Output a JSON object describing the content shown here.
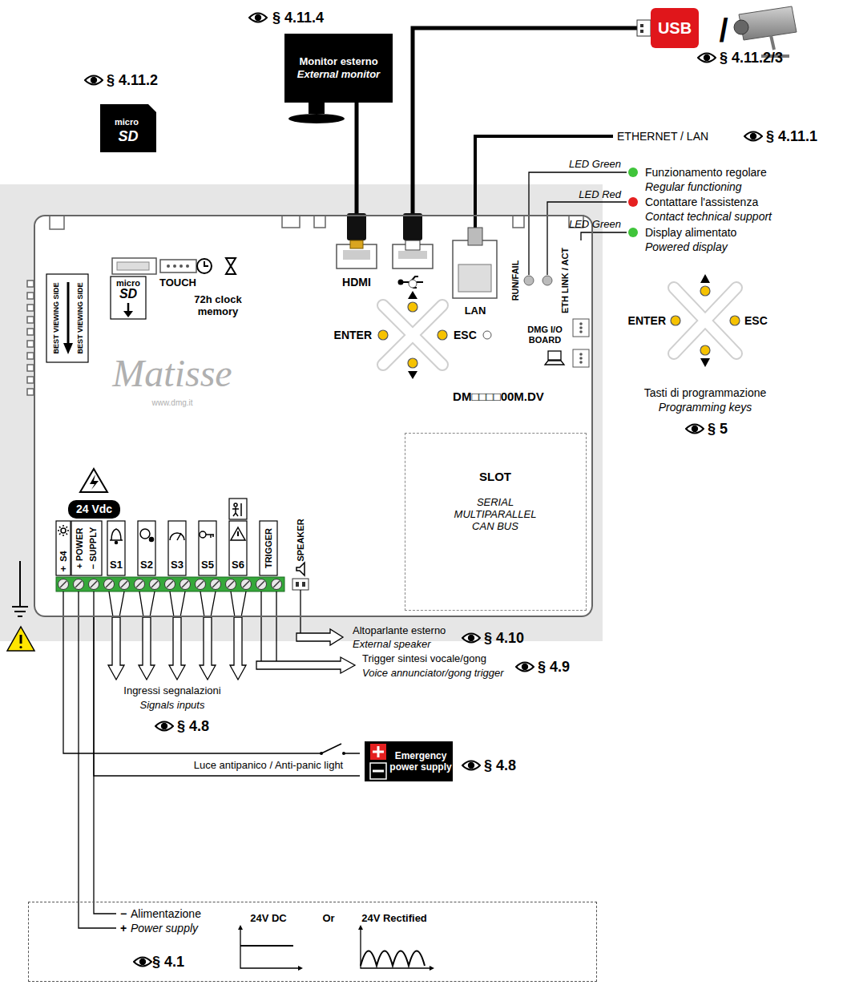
{
  "diagram": {
    "nodes": [
      {
        "text": [
          "DM□□□□00M.DV"
        ]
      },
      {
        "text": [
          "Monitor esterno",
          "External monitor"
        ]
      },
      {
        "text": [
          "USB"
        ]
      },
      {
        "text": [
          "SLOT",
          "SERIAL MULTIPARALLEL CAN BUS"
        ],
        "in": 0
      },
      {
        "text": [
          "24 Vdc"
        ],
        "in": 0
      },
      {
        "text": [
          "Emergency power supply"
        ]
      },
      {
        "text": [
          "−",
          "Alimentazione",
          "+",
          "Power supply",
          "§ 4.1",
          "24V DC",
          "Or",
          "24V Rectified"
        ]
      }
    ],
    "edges": [
      {
        "from": 1,
        "to": 0,
        "arrow": "none"
      },
      {
        "from": 2,
        "to": 0,
        "arrow": "none"
      },
      {
        "from": 0,
        "to": 5,
        "arrow": "none"
      },
      {
        "from": 0,
        "to": 5,
        "arrow": "none"
      },
      {
        "from": 0,
        "to": 6,
        "arrow": "none"
      },
      {
        "from": 0,
        "to": 6,
        "arrow": "none"
      }
    ],
    "labels": [
      "§ 4.11.4",
      "/",
      "§ 4.11.2/3",
      "§ 4.11.2",
      "micro",
      "SD",
      "ETHERNET / LAN",
      "§ 4.11.1",
      "LED Green",
      "Funzionamento regolare",
      "Regular functioning",
      "LED Red",
      "Contattare l'assistenza",
      "Contact technical support",
      "LED Green",
      "Display alimentato",
      "Powered display",
      "micro",
      "SD",
      "TOUCH",
      "72h clock memory",
      "HDMI",
      "LAN",
      "RUN/FAIL",
      "ETH LINK / ACT",
      "ENTER",
      "ESC",
      "DMG I/O BOARD",
      "ENTER",
      "ESC",
      "Tasti di programmazione",
      "Programming keys",
      "§ 5",
      "BEST VIEWING SIDE",
      "BEST VIEWING SIDE",
      "Matisse",
      "www.dmg.it",
      "S4",
      "+",
      "+ POWER",
      "− SUPPLY",
      "S1",
      "S2",
      "S3",
      "S5",
      "S6",
      "TRIGGER",
      "SPEAKER",
      "Altoparlante esterno",
      "External speaker",
      "§ 4.10",
      "Trigger sintesi vocale/gong",
      "Voice annunciator/gong trigger",
      "§ 4.9",
      "Ingressi segnalazioni",
      "Signals inputs",
      "§ 4.8",
      "Luce antipanico / Anti-panic light",
      "§ 4.8"
    ]
  }
}
